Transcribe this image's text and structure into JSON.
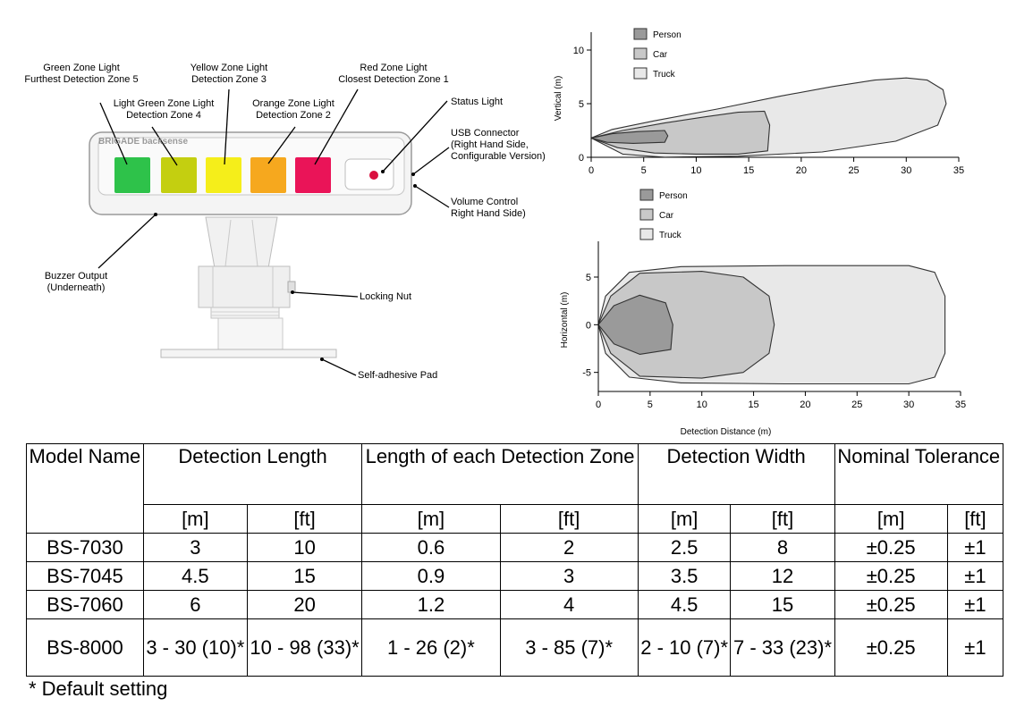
{
  "device": {
    "labels": {
      "green": [
        "Green Zone Light",
        "Furthest Detection Zone 5"
      ],
      "light_green": [
        "Light Green Zone Light",
        "Detection Zone 4"
      ],
      "yellow": [
        "Yellow Zone Light",
        "Detection Zone 3"
      ],
      "orange": [
        "Orange Zone Light",
        "Detection Zone 2"
      ],
      "red": [
        "Red Zone Light",
        "Closest Detection Zone 1"
      ],
      "status": "Status Light",
      "usb": [
        "USB Connector",
        "(Right Hand Side,",
        "Configurable Version)"
      ],
      "volume": [
        "Volume Control",
        "Right Hand Side)"
      ],
      "buzzer": [
        "Buzzer Output",
        "(Underneath)"
      ],
      "nut": "Locking Nut",
      "pad": "Self-adhesive Pad"
    },
    "brand": "BRIGADE backsense",
    "colors": {
      "green": "#2ec24a",
      "light_green": "#c4cf10",
      "yellow": "#f5ee1a",
      "orange": "#f6a81e",
      "red": "#ea1458"
    }
  },
  "chart_data": [
    {
      "type": "area",
      "title": "",
      "xlabel": "",
      "ylabel": "Vertical (m)",
      "xlim": [
        0,
        35
      ],
      "ylim": [
        0,
        11
      ],
      "xticks": [
        0,
        5,
        10,
        15,
        20,
        25,
        30,
        35
      ],
      "yticks": [
        0,
        5,
        10
      ],
      "legend": {
        "placement": "top-left",
        "entries": [
          "Person",
          "Car",
          "Truck"
        ]
      },
      "series": [
        {
          "name": "Truck",
          "color": "#e8e8e8",
          "x": [
            0,
            2,
            6,
            12,
            18,
            23,
            27,
            30,
            32,
            33.5,
            33.8,
            33,
            29,
            22,
            14,
            7,
            3,
            0
          ],
          "y": [
            1.8,
            2.6,
            3.4,
            4.5,
            5.7,
            6.6,
            7.2,
            7.4,
            7.2,
            6.3,
            5,
            3,
            1.5,
            0.5,
            0.1,
            0,
            0.3,
            1.8
          ]
        },
        {
          "name": "Car",
          "color": "#c8c8c8",
          "x": [
            0,
            3,
            7,
            11,
            14,
            16.5,
            17,
            16.8,
            14,
            10,
            6,
            2.5,
            0
          ],
          "y": [
            1.8,
            2.5,
            3.2,
            3.8,
            4.2,
            4.3,
            3,
            0.6,
            0.3,
            0.3,
            0.4,
            0.9,
            1.8
          ]
        },
        {
          "name": "Person",
          "color": "#9a9a9a",
          "x": [
            0,
            2,
            4.5,
            7,
            7.3,
            7,
            4,
            1.5,
            0
          ],
          "y": [
            1.8,
            2.2,
            2.4,
            2.5,
            2,
            1.4,
            1.3,
            1.4,
            1.8
          ]
        }
      ]
    },
    {
      "type": "area",
      "title": "",
      "xlabel": "Detection Distance (m)",
      "ylabel": "Horizontal (m)",
      "xlim": [
        0,
        35
      ],
      "ylim": [
        -7,
        8
      ],
      "xticks": [
        0,
        5,
        10,
        15,
        20,
        25,
        30,
        35
      ],
      "yticks": [
        -5,
        0,
        5
      ],
      "legend": {
        "placement": "top-left",
        "entries": [
          "Person",
          "Car",
          "Truck"
        ]
      },
      "series": [
        {
          "name": "Truck",
          "color": "#e8e8e8",
          "x": [
            0,
            0.7,
            3,
            8,
            18,
            30,
            32.5,
            33.5,
            33.5,
            32.5,
            30,
            18,
            8,
            3,
            0.7,
            0
          ],
          "y": [
            0,
            3,
            5.5,
            6.1,
            6.2,
            6.2,
            5.5,
            3,
            -3,
            -5.5,
            -6.2,
            -6.2,
            -6.1,
            -5.5,
            -3,
            0
          ]
        },
        {
          "name": "Car",
          "color": "#c8c8c8",
          "x": [
            0,
            1.2,
            4,
            10,
            14,
            16.5,
            17,
            16.5,
            14,
            10,
            4,
            1.2,
            0
          ],
          "y": [
            0,
            3,
            5.4,
            5.6,
            5,
            3,
            0,
            -3,
            -5,
            -5.6,
            -5.4,
            -3,
            0
          ],
          "stroke_only": false
        },
        {
          "name": "Person",
          "color": "#9a9a9a",
          "x": [
            0,
            1.5,
            4,
            6.5,
            7.2,
            7,
            4,
            1.5,
            0
          ],
          "y": [
            0,
            2,
            3.1,
            2.3,
            0,
            -2.6,
            -3.1,
            -2,
            0
          ]
        }
      ]
    }
  ],
  "table": {
    "group_headers": [
      "Model Name",
      "Detection Length",
      "Length of each Detection Zone",
      "Detection Width",
      "Nominal Tolerance"
    ],
    "unit_headers": [
      "[m]",
      "[ft]",
      "[m]",
      "[ft]",
      "[m]",
      "[ft]",
      "[m]",
      "[ft]"
    ],
    "rows": [
      [
        "BS-7030",
        "3",
        "10",
        "0.6",
        "2",
        "2.5",
        "8",
        "±0.25",
        "±1"
      ],
      [
        "BS-7045",
        "4.5",
        "15",
        "0.9",
        "3",
        "3.5",
        "12",
        "±0.25",
        "±1"
      ],
      [
        "BS-7060",
        "6",
        "20",
        "1.2",
        "4",
        "4.5",
        "15",
        "±0.25",
        "±1"
      ],
      [
        "BS-8000",
        "3 - 30 (10)*",
        "10 - 98 (33)*",
        "1 - 26 (2)*",
        "3 - 85 (7)*",
        "2 - 10 (7)*",
        "7 - 33 (23)*",
        "±0.25",
        "±1"
      ]
    ]
  },
  "footnote": "* Default setting"
}
